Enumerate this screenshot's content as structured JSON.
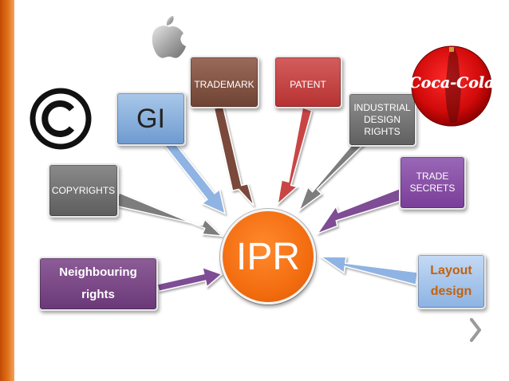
{
  "diagram": {
    "center": {
      "label": "IPR"
    },
    "nodes": {
      "gi": {
        "label": "GI"
      },
      "trademark": {
        "label": "TRADEMARK"
      },
      "patent": {
        "label": "PATENT"
      },
      "industrial": {
        "lines": [
          "INDUSTRIAL",
          "DESIGN",
          "RIGHTS"
        ]
      },
      "copyrights": {
        "label": "COPYRIGHTS"
      },
      "trade_secrets": {
        "lines": [
          "TRADE",
          "SECRETS"
        ]
      },
      "neighbouring": {
        "lines": [
          "Neighbouring",
          "rights"
        ]
      },
      "layout": {
        "lines": [
          "Layout",
          "design"
        ]
      }
    }
  },
  "logos": {
    "coca_cola": {
      "wordmark": "Coca-Cola"
    }
  },
  "icons": {
    "copyright": "copyright-icon",
    "apple": "apple-logo-icon",
    "next": "chevron-right-icon"
  },
  "colors": {
    "accent_orange": "#f36d10",
    "edge_orange": "#d9620f",
    "arrow_blue": "#8fb4e3",
    "arrow_brown": "#7a4a3a",
    "arrow_red": "#c94444",
    "arrow_gray": "#7d7d7d",
    "arrow_purple": "#7e4d95"
  }
}
